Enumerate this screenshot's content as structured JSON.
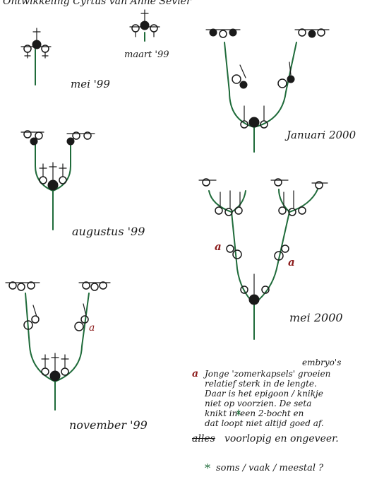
{
  "header": {
    "text": "Ontwikkeling Cyrtus van Anne Sevier"
  },
  "labels": {
    "maart99": "maart '99",
    "mei99": "mei '99",
    "augustus99": "augustus '99",
    "november99": "november '99",
    "januari2000": "Januari 2000",
    "mei2000": "mei 2000",
    "marker_a": "a"
  },
  "notes": {
    "embryos": "embryo's",
    "line1": "Jonge 'zomerkapsels' groeien",
    "line2": "relatief sterk in de lengte.",
    "line3": "Daar is het epigoon / knikje",
    "line4": "niet op voorzien. De seta",
    "line5": "knikt in een 2-bocht en",
    "line6": "dat loopt niet altijd goed af.",
    "crossed": "alles",
    "line7": "voorlopig en ongeveer.",
    "legend_symbol": "*",
    "legend": "soms / vaak / meestal ?"
  },
  "colors": {
    "stem": "#1f6b3a",
    "ink": "#1a1a1a",
    "red": "#8b1a1a"
  }
}
